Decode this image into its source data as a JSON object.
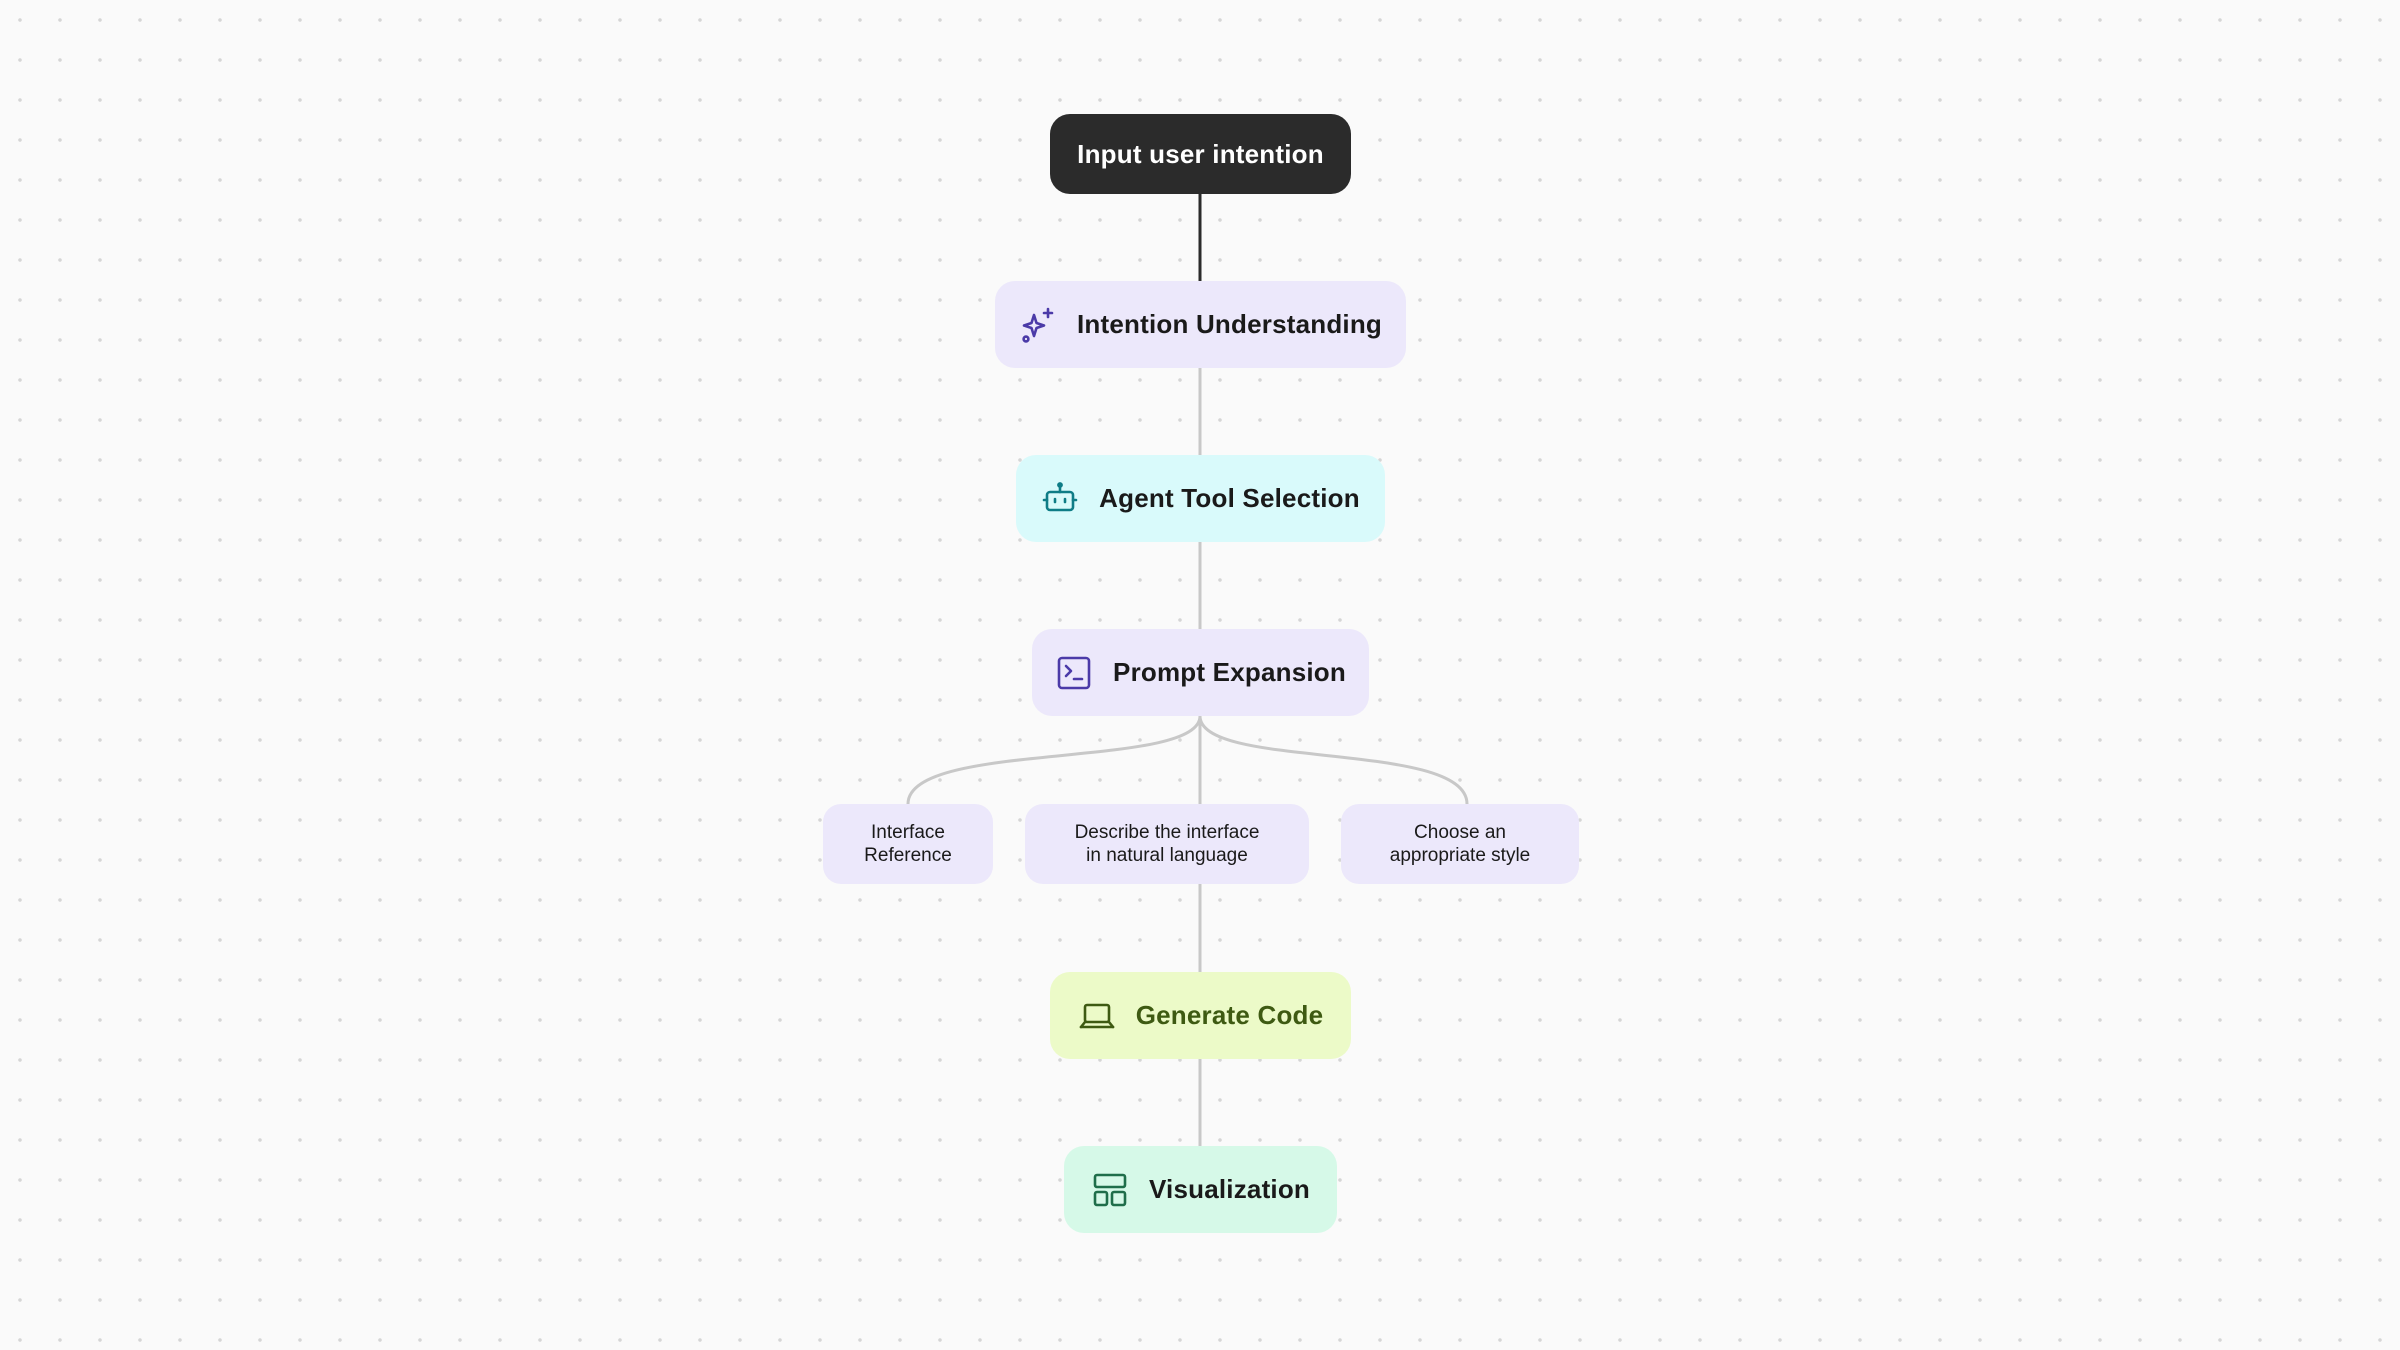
{
  "diagram": {
    "colors": {
      "background": "#fafafa",
      "dots": "#d6d6d6",
      "connector_dark": "#2b2b2b",
      "connector_light": "#c8c8c8",
      "purple_node": "#ece8fb",
      "cyan_node": "#d9fafb",
      "lime_node": "#ecfac8",
      "green_node": "#d6f9e8",
      "dark_node": "#2b2b2b"
    },
    "nodes": {
      "input": {
        "label": "Input user intention"
      },
      "intention": {
        "label": "Intention Understanding",
        "icon": "sparkles-icon",
        "icon_color": "#4b3aa8"
      },
      "agent": {
        "label": "Agent Tool Selection",
        "icon": "robot-icon",
        "icon_color": "#0e7c86"
      },
      "prompt": {
        "label": "Prompt Expansion",
        "icon": "terminal-icon",
        "icon_color": "#4b3aa8"
      },
      "code": {
        "label": "Generate Code",
        "icon": "laptop-icon",
        "icon_color": "#3e5a12"
      },
      "viz": {
        "label": "Visualization",
        "icon": "layout-icon",
        "icon_color": "#1f6e4a"
      }
    },
    "subnodes": {
      "reference": {
        "line1": "Interface",
        "line2": "Reference"
      },
      "describe": {
        "line1": "Describe the interface",
        "line2": "in natural language"
      },
      "style": {
        "line1": "Choose an",
        "line2": "appropriate style"
      }
    }
  }
}
